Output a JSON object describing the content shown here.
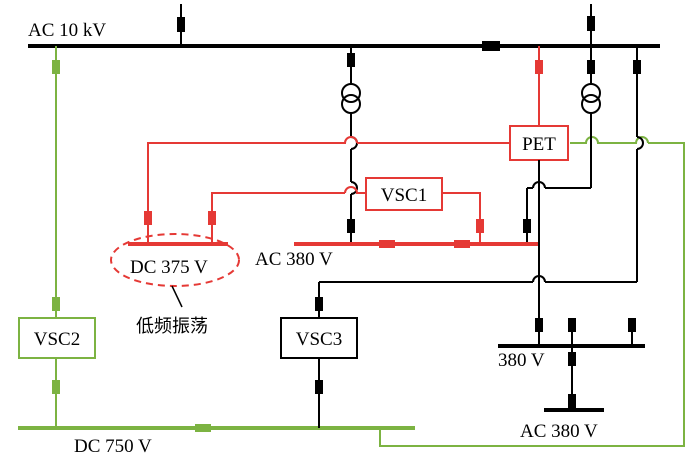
{
  "labels": {
    "ac_10kv": "AC 10 kV",
    "pet": "PET",
    "vsc1": "VSC1",
    "vsc2": "VSC2",
    "vsc3": "VSC3",
    "dc_375v": "DC 375 V",
    "ac_380v_mid": "AC 380 V",
    "oscillation": "低频振荡",
    "bus_380v": "380 V",
    "ac_380v_bottom": "AC 380 V",
    "dc_750v": "DC 750 V"
  },
  "colors": {
    "black": "#000000",
    "red": "#e53935",
    "green": "#7cb342"
  }
}
